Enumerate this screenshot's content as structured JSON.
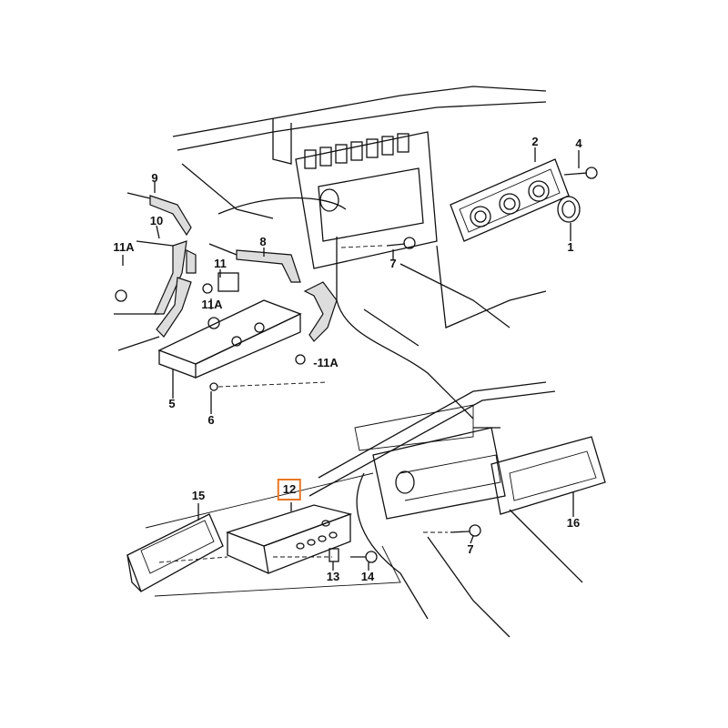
{
  "diagram": {
    "highlight_color": "#e87722",
    "callouts": [
      {
        "id": "c9",
        "text": "9"
      },
      {
        "id": "c10",
        "text": "10"
      },
      {
        "id": "c11a_1",
        "text": "11A"
      },
      {
        "id": "c11",
        "text": "11"
      },
      {
        "id": "c11a_2",
        "text": "11A"
      },
      {
        "id": "c8",
        "text": "8"
      },
      {
        "id": "c7_top",
        "text": "7"
      },
      {
        "id": "c2",
        "text": "2"
      },
      {
        "id": "c4",
        "text": "4"
      },
      {
        "id": "c1",
        "text": "1"
      },
      {
        "id": "c5",
        "text": "5"
      },
      {
        "id": "c6",
        "text": "6"
      },
      {
        "id": "c11a_3",
        "text": "-11A"
      },
      {
        "id": "c15",
        "text": "15"
      },
      {
        "id": "c12",
        "text": "12"
      },
      {
        "id": "c13",
        "text": "13"
      },
      {
        "id": "c14",
        "text": "14"
      },
      {
        "id": "c7_bottom",
        "text": "7"
      },
      {
        "id": "c16",
        "text": "16"
      }
    ]
  }
}
